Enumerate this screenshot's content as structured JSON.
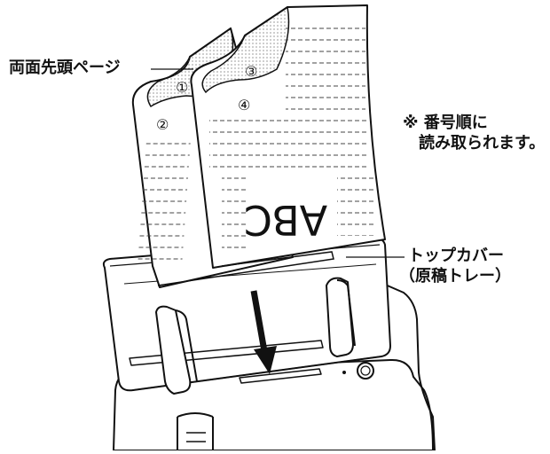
{
  "labels": {
    "duplex_first_page": "両面先頭ページ",
    "note_line1": "※ 番号順に",
    "note_line2": "読み取られます。",
    "top_cover_line1": "トップカバー",
    "top_cover_line2": "（原稿トレー）"
  },
  "page_numbers": {
    "n1": "①",
    "n2": "②",
    "n3": "③",
    "n4": "④"
  },
  "document_text": "ABC"
}
